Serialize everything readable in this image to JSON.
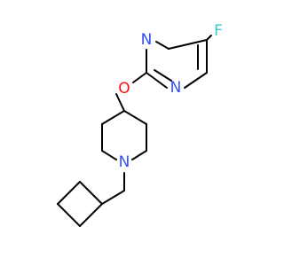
{
  "molecule": {
    "atoms": [
      {
        "id": "a-F",
        "symbol": "F",
        "color": "#33cccc"
      },
      {
        "id": "a-N1",
        "symbol": "N",
        "color": "#3050f8"
      },
      {
        "id": "a-N2",
        "symbol": "N",
        "color": "#3050f8"
      },
      {
        "id": "a-O",
        "symbol": "O",
        "color": "#ff0d0d"
      },
      {
        "id": "a-N3",
        "symbol": "N",
        "color": "#3050f8"
      }
    ],
    "bond_color": "#000000"
  }
}
